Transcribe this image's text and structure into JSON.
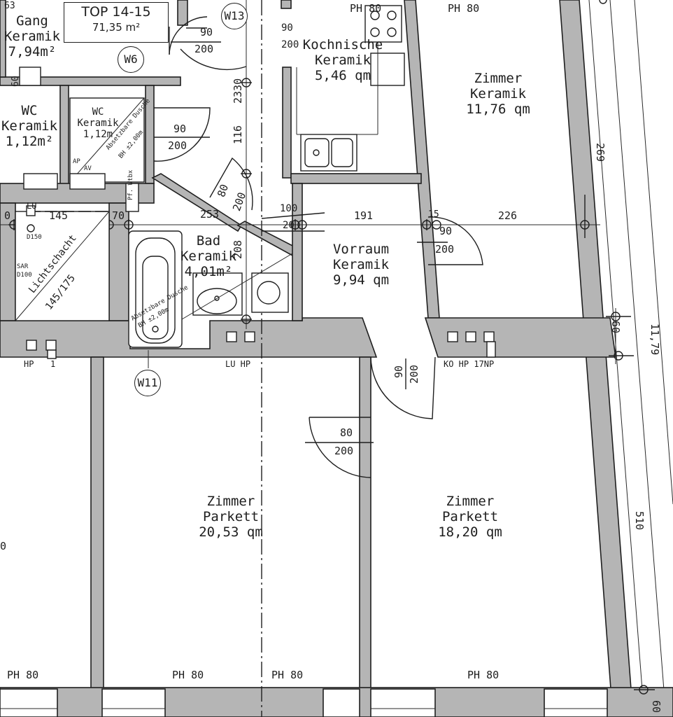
{
  "unit": {
    "title": "TOP 14-15",
    "area": "71,35 m²"
  },
  "rooms": {
    "gang": {
      "name": "Gang",
      "floor": "Keramik",
      "area": "7,94m²"
    },
    "wc1": {
      "name": "WC",
      "floor": "Keramik",
      "area": "1,12m²"
    },
    "wc2": {
      "name": "WC",
      "floor": "Keramik",
      "area": "1,12m"
    },
    "kochnische": {
      "name": "Kochnische",
      "floor": "Keramik",
      "area": "5,46 qm"
    },
    "zimmer_top_right": {
      "name": "Zimmer",
      "floor": "Keramik",
      "area": "11,76 qm"
    },
    "bad": {
      "name": "Bad",
      "floor": "Keramik",
      "area": "4,01m²"
    },
    "vorraum": {
      "name": "Vorraum",
      "floor": "Keramik",
      "area": "9,94 qm"
    },
    "lichtschacht": {
      "name": "Lichtschacht",
      "size": "145/175"
    },
    "zimmer_bottom_mid": {
      "name": "Zimmer",
      "floor": "Parkett",
      "area": "20,53 qm"
    },
    "zimmer_bottom_right": {
      "name": "Zimmer",
      "floor": "Parkett",
      "area": "18,20 qm"
    }
  },
  "markers": {
    "w13": "W13",
    "w6": "W6",
    "w11": "W11"
  },
  "dimensions": {
    "d63": "63",
    "d60_left": "60",
    "door_90_a": "90",
    "door_200_a": "200",
    "door_90_kitchen": "90",
    "door_200_kitchen": "200",
    "d2330": "2330",
    "d116": "116",
    "door_90_wc": "90",
    "door_200_wc": "200",
    "door_80_bad": "80",
    "door_200_bad": "200",
    "d253": "253",
    "d208": "208",
    "d100": "100",
    "d20": "20",
    "d191": "191",
    "d15": "15",
    "d226": "226",
    "door_90_zimmer": "90",
    "door_200_zimmer": "200",
    "d0": "0",
    "d145": "145",
    "d70": "70",
    "door_90_vorraum": "90",
    "door_200_vorraum": "200",
    "door_80_zimmer": "80",
    "door_200_zimmer2": "200",
    "d269": "269",
    "d60_right": "60",
    "d1179": "11,79",
    "d510": "510",
    "d60_bottom": "60",
    "d0_left": "0"
  },
  "labels": {
    "ph80_top_a": "PH 80",
    "ph80_top_b": "PH 80",
    "ph80_bottom_1": "PH 80",
    "ph80_bottom_2": "PH 80",
    "ph80_bottom_3": "PH 80",
    "ph80_bottom_4": "PH 80",
    "hp": "HP",
    "one": "1",
    "lu_hp": "LU HP",
    "ko_hp": "KO HP 17NP",
    "lu": "LU",
    "d150": "D150",
    "sar": "SAR",
    "d100_small": "D100",
    "ap": "AP",
    "av": "AV",
    "wc_note": "Absetzbare Dusche",
    "wc_note2": "BH ±2,00m",
    "bath_note": "Absetzbare Dusche",
    "bath_note2": "BH ±2,00m",
    "wc_note3": "Pf. Wtbx"
  },
  "colors": {
    "wall_fill": "#b5b5b5",
    "line": "#1e1e1e",
    "background": "#ffffff"
  }
}
